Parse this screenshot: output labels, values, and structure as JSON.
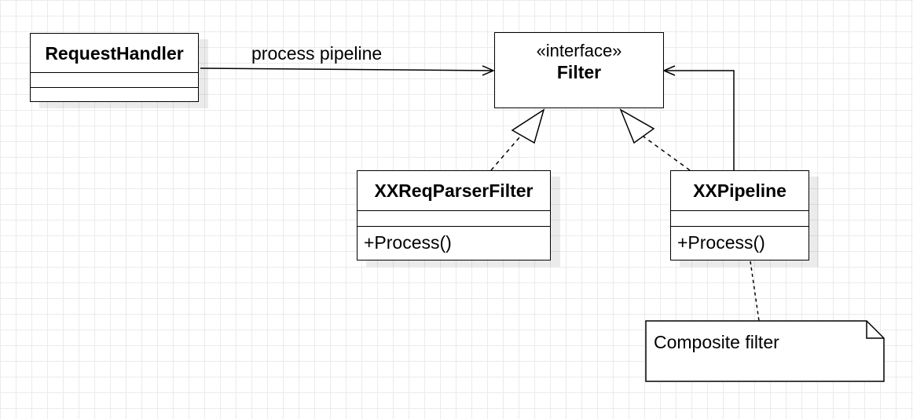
{
  "classes": {
    "request_handler": {
      "name": "RequestHandler"
    },
    "filter": {
      "stereotype": "«interface»",
      "name": "Filter"
    },
    "req_parser": {
      "name": "XXReqParserFilter",
      "operation": "+Process()"
    },
    "pipeline": {
      "name": "XXPipeline",
      "operation": "+Process()"
    }
  },
  "associations": {
    "process_label": "process pipeline"
  },
  "note": {
    "text": "Composite filter"
  },
  "colors": {
    "line": "#000000",
    "grid": "#ebebeb",
    "shadow": "#e8e8e8"
  }
}
